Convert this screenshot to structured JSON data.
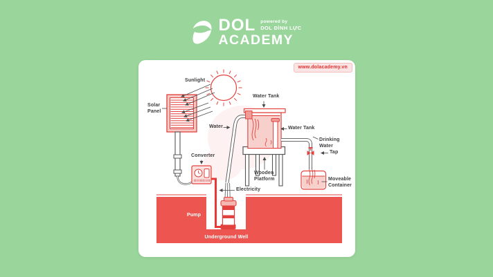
{
  "logo": {
    "brand": "DOL",
    "academy": "ACADEMY",
    "powered_by": "powered by",
    "powered_brand": "DOL ĐÌNH LỰC"
  },
  "card": {
    "website_badge": "www.dolacademy.vn"
  },
  "diagram": {
    "labels": {
      "sunlight": "Sunlight",
      "solar_panel": "Solar Panel",
      "water_tank_top": "Water Tank",
      "water": "Water",
      "water_tank_inner": "Water Tank",
      "converter": "Converter",
      "electricity": "Electricity",
      "wooden_platform": "Wooden Platform",
      "drinking_water": "Drinking Water",
      "tap": "Tap",
      "moveable_container": "Moveable Container",
      "pump": "Pump",
      "underground_well": "Underground Well"
    },
    "colors": {
      "background_green": "#9AD59B",
      "outline_red": "#E2413D",
      "ground_red": "#EC5550",
      "wire_red": "#E53935",
      "fill_pink": "#F7CFCB",
      "line_gray": "#4A4A4A",
      "badge_text_red": "#E8302E"
    }
  }
}
